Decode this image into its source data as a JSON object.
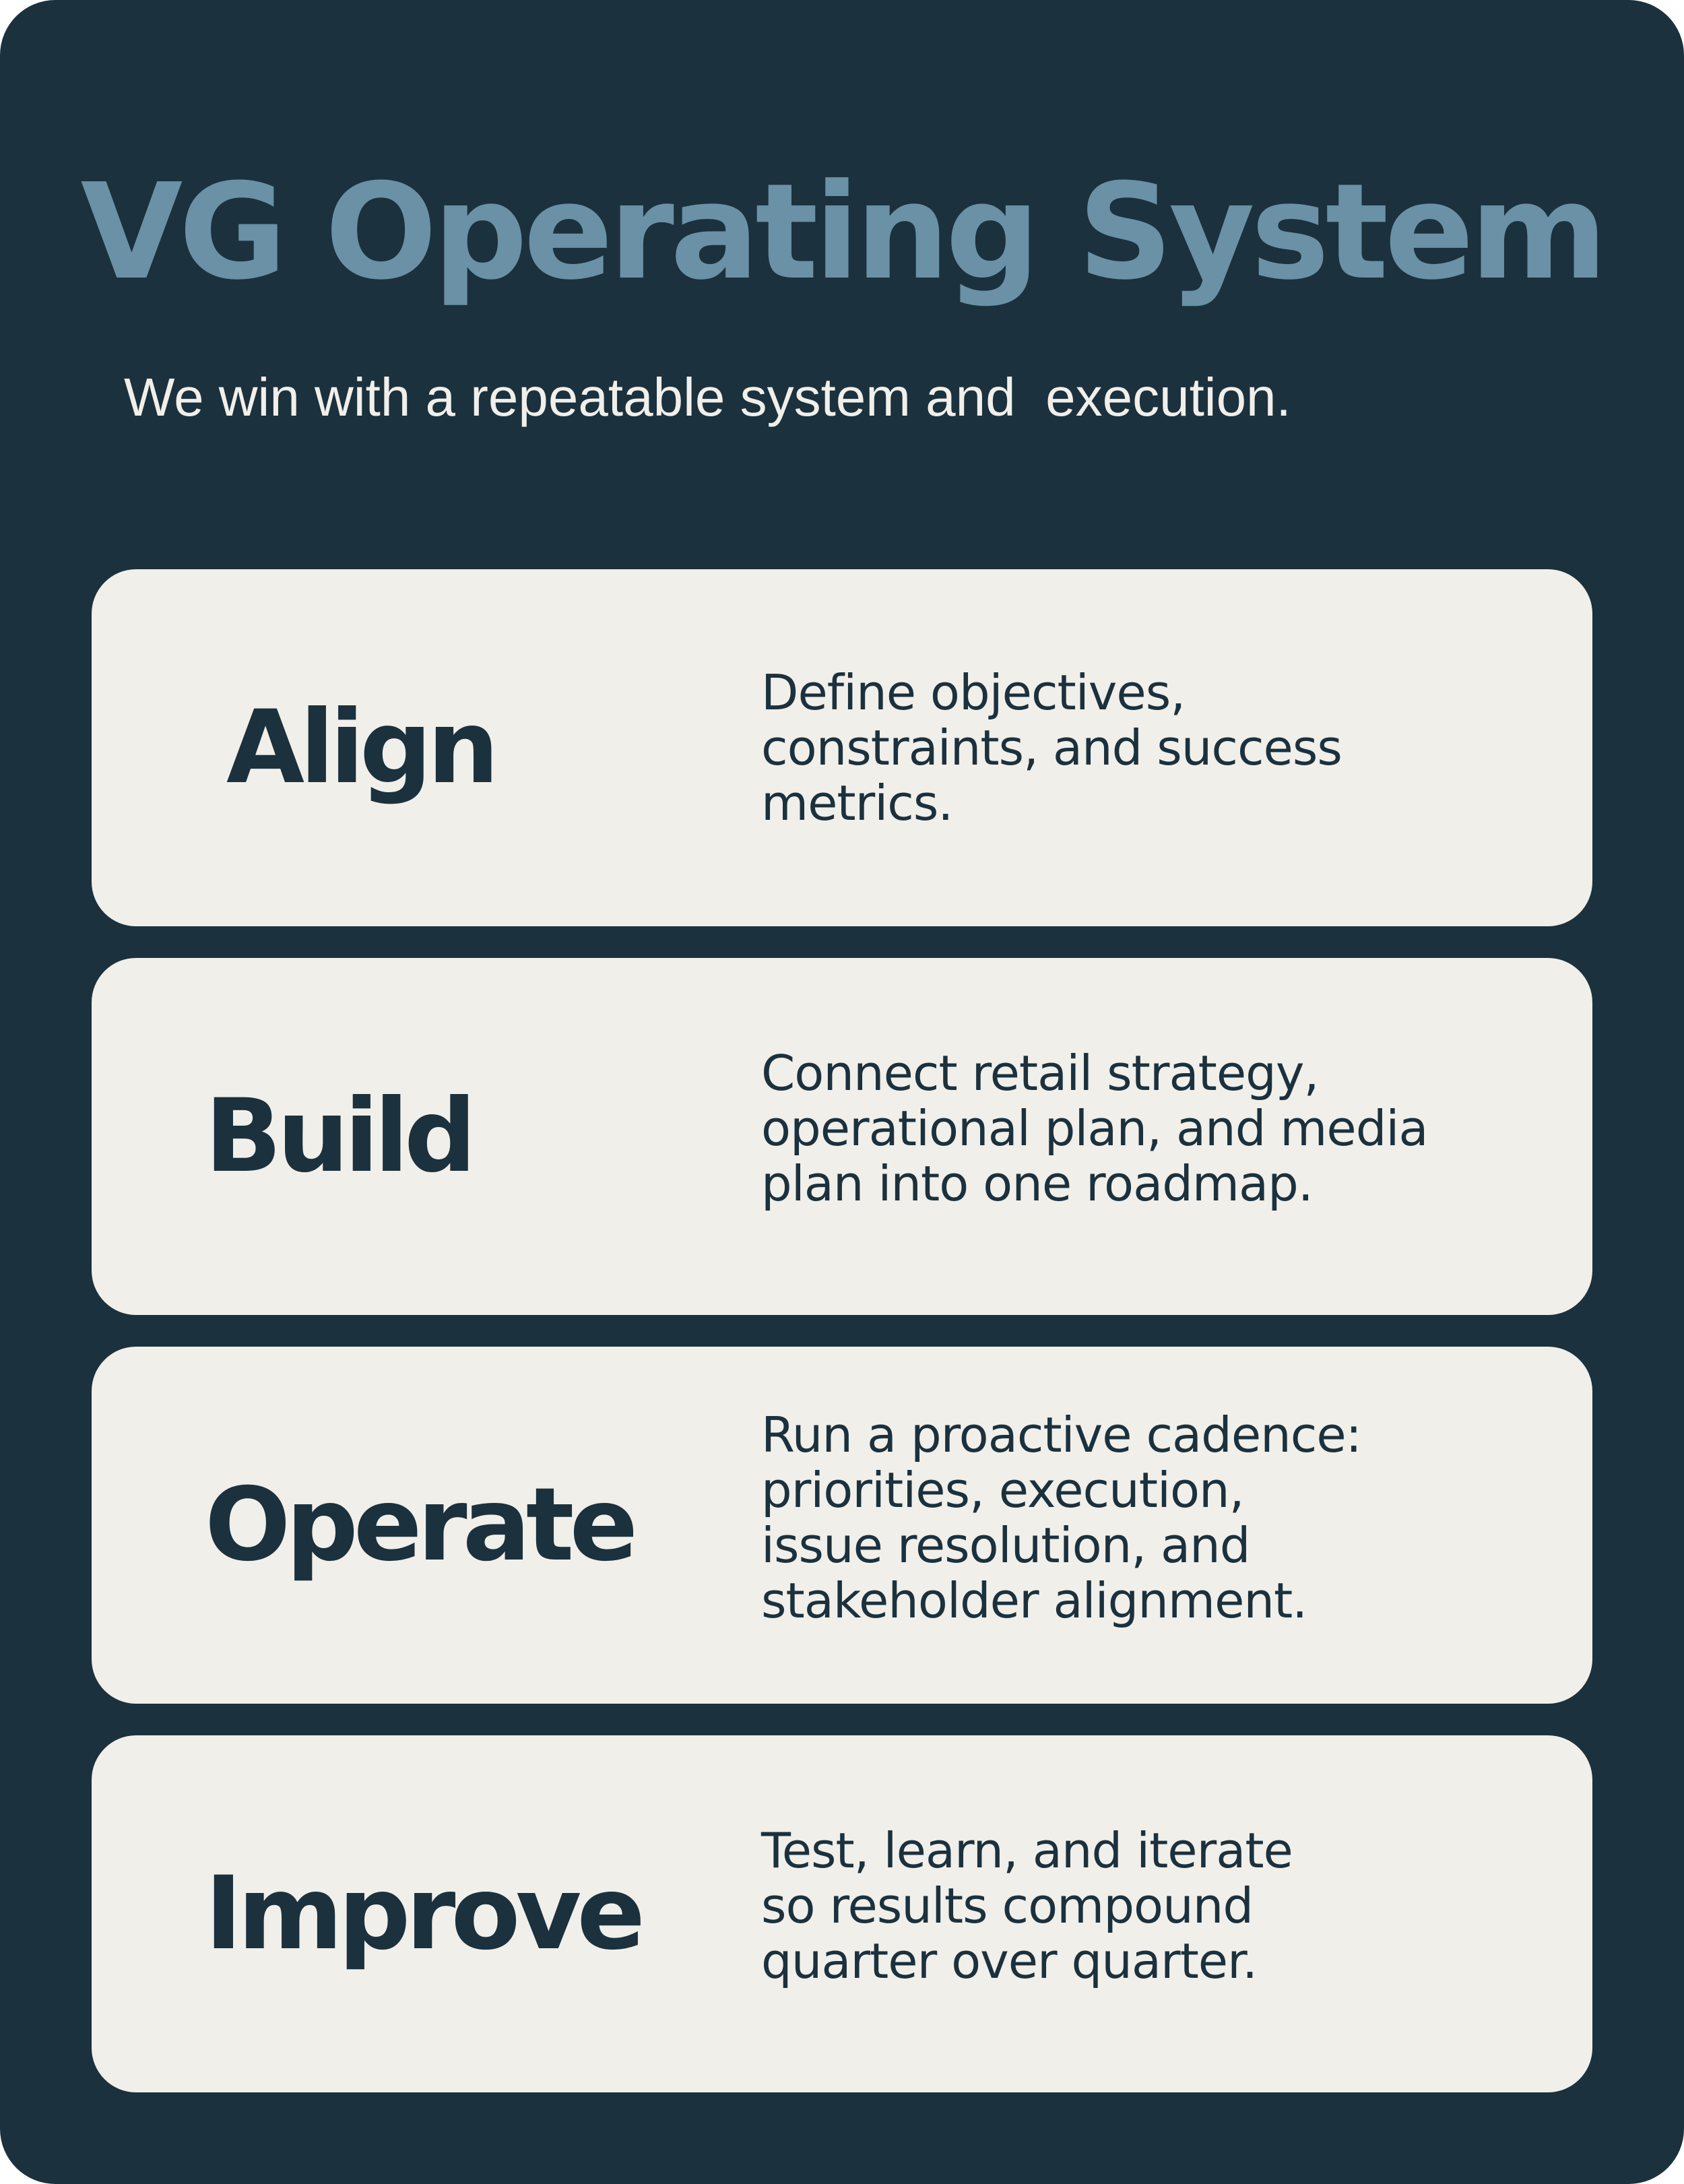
{
  "page": {
    "title": "VG Operating System",
    "subtitle": "We win with a repeatable system and  execution."
  },
  "steps": [
    {
      "heading": "Align",
      "description": "Define objectives,\nconstraints, and success\nmetrics."
    },
    {
      "heading": "Build",
      "description": "Connect retail strategy,\noperational plan, and media\nplan into one roadmap."
    },
    {
      "heading": "Operate",
      "description": "Run a proactive cadence:\npriorities, execution,\nissue resolution, and\nstakeholder alignment."
    },
    {
      "heading": "Improve",
      "description": "Test, learn, and iterate\nso results compound\nquarter over quarter."
    }
  ],
  "colors": {
    "background": "#1b313d",
    "title": "#6a91a5",
    "card": "#f1efea",
    "card_text": "#1b313d",
    "subtitle_text": "#f1efea"
  }
}
